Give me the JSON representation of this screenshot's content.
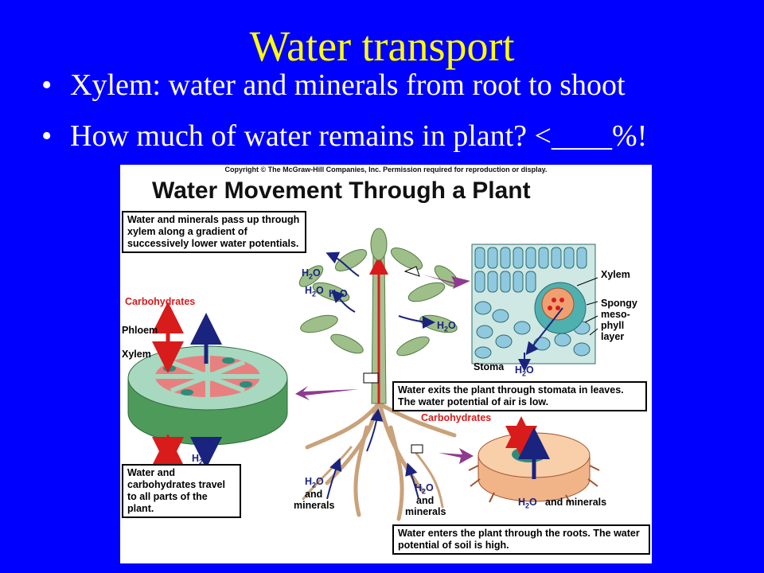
{
  "slide": {
    "title": "Water transport",
    "bullets": [
      "Xylem: water and minerals from root to shoot",
      "How much of water remains in plant? <____%!"
    ],
    "bullet_symbol": "•"
  },
  "figure": {
    "copyright": "Copyright © The McGraw-Hill Companies, Inc. Permission required for reproduction or display.",
    "title": "Water Movement Through a Plant",
    "boxes": {
      "xylem_gradient": "Water and minerals pass up through xylem along a gradient of successively lower water potentials.",
      "stomata": "Water exits the plant through stomata in leaves. The water potential of air is low.",
      "phloem_travel": "Water and carbohydrates travel to all parts of the plant.",
      "roots": "Water enters the plant through the roots. The water potential of soil is high."
    },
    "labels": {
      "carbohydrates_left": "Carbohydrates",
      "phloem": "Phloem",
      "xylem_left": "Xylem",
      "h2o_stem_bottom": "H",
      "xylem_leaf": "Xylem",
      "spongy": "Spongy",
      "meso": "meso-",
      "phyll": "phyll",
      "layer": "layer",
      "stoma": "Stoma",
      "carbohydrates_root": "Carbohydrates",
      "and_minerals_root": "and minerals",
      "and_1": "and",
      "minerals_1": "minerals",
      "and_2": "and",
      "minerals_2": "minerals"
    },
    "h2o": {
      "h": "H",
      "sub": "2",
      "o": "O"
    },
    "colors": {
      "slide_bg": "#0000ff",
      "title": "#ffff00",
      "bullet_text": "#ffffff",
      "water": "#1a237e",
      "carbohydrate": "#d81b1b",
      "arrow_purple": "#8e3b8e"
    }
  }
}
